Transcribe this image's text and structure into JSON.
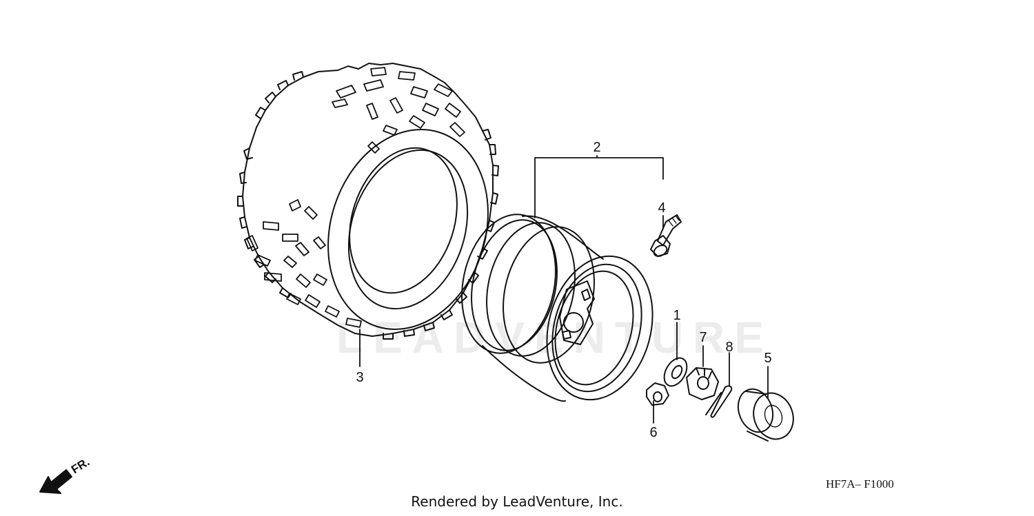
{
  "watermark": "LEADVENTURE",
  "direction_indicator": {
    "label": "FR.",
    "icon": "front-arrow-icon"
  },
  "callouts": [
    {
      "id": "1",
      "part": "washer"
    },
    {
      "id": "2",
      "part": "rim-assembly"
    },
    {
      "id": "3",
      "part": "tire"
    },
    {
      "id": "4",
      "part": "valve-stem"
    },
    {
      "id": "5",
      "part": "hub-cap"
    },
    {
      "id": "6",
      "part": "flange-nut"
    },
    {
      "id": "7",
      "part": "castle-nut"
    },
    {
      "id": "8",
      "part": "cotter-pin"
    }
  ],
  "diagram_code": "HF7A– F1000",
  "credit": "Rendered by LeadVenture, Inc."
}
